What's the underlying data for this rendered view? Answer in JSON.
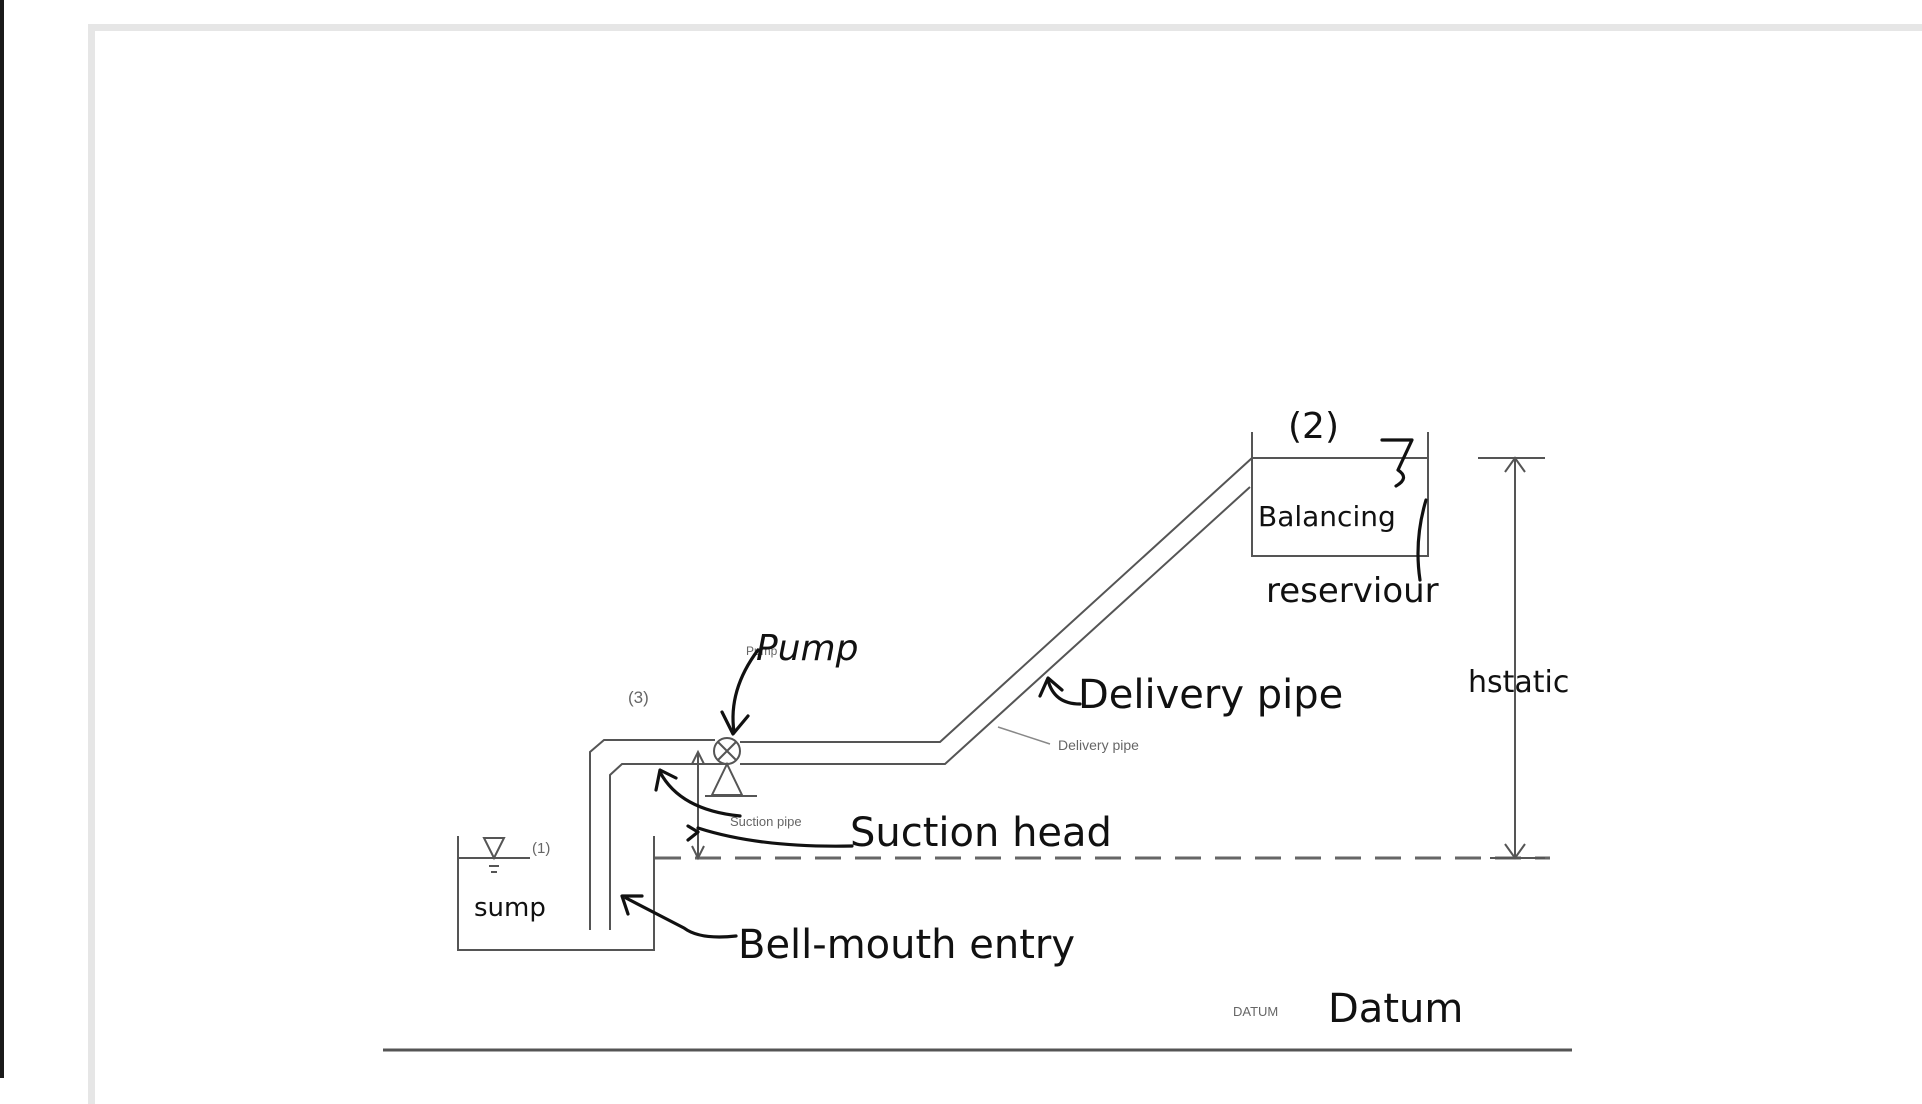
{
  "print_labels": {
    "section_3": "(3)",
    "section_1": "(1)",
    "pump_small": "Pump",
    "suction_small": "Suction pipe",
    "delivery_small": "Delivery pipe",
    "datum_small": "DATUM"
  },
  "hand_labels": {
    "section_2": "(2)",
    "reservoir_line1": "Balancing",
    "reservoir_line2": "reserviour",
    "pump": "Pump",
    "delivery_pipe": "Delivery pipe",
    "suction_head": "Suction head",
    "sump": "sump",
    "bellmouth": "Bell-mouth entry",
    "datum": "Datum",
    "static_head": "hstatic"
  },
  "colors": {
    "ink": "#111111",
    "print": "#666666",
    "frame": "#e6e6e6"
  }
}
